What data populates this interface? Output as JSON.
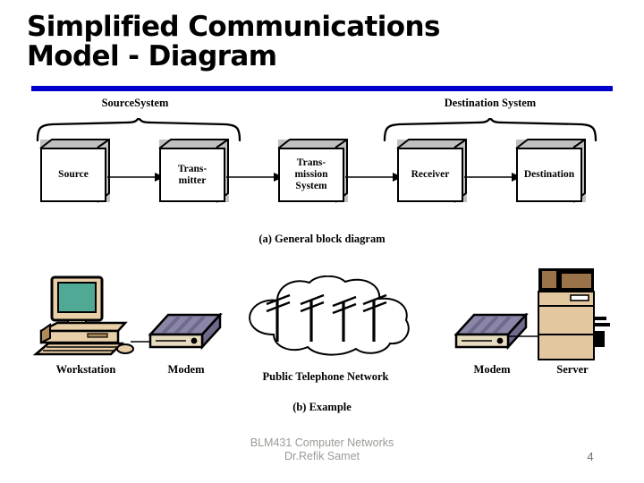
{
  "slide": {
    "title": "Simplified Communications\nModel - Diagram",
    "accent_color": "#0000cc",
    "background_color": "#ffffff",
    "page_number": "4",
    "footer_text": "BLM431 Computer Networks\nDr.Refik Samet",
    "footer_color": "#9a9a96"
  },
  "block_diagram": {
    "caption": "(a) General block diagram",
    "group_labels": [
      {
        "text": "SourceSystem"
      },
      {
        "text": "Destination System"
      }
    ],
    "boxes": [
      {
        "label": "Source"
      },
      {
        "label": "Trans-\nmitter"
      },
      {
        "label": "Trans-\nmission\nSystem"
      },
      {
        "label": "Receiver"
      },
      {
        "label": "Destination"
      }
    ],
    "box_face_color": "#ffffff",
    "box_shade_color": "#c0c0c0",
    "outline_color": "#000000"
  },
  "example_diagram": {
    "caption": "(b) Example",
    "devices": [
      {
        "label": "Workstation",
        "icon": "workstation-icon"
      },
      {
        "label": "Modem",
        "icon": "modem-icon"
      },
      {
        "label": "Public Telephone Network",
        "icon": "cloud-telephone-poles-icon"
      },
      {
        "label": "Modem",
        "icon": "modem-icon"
      },
      {
        "label": "Server",
        "icon": "server-tower-icon"
      }
    ],
    "pole_count": 4,
    "colors": {
      "screen": "#4fa994",
      "case_beige": "#e8cfa8",
      "case_dark": "#b08b5a",
      "modem_top": "#8b85a8",
      "modem_stripe": "#6f6a8c",
      "modem_front": "#e8dcc0",
      "server_body": "#e3c79e",
      "server_bay": "#9a7348",
      "outline": "#000000"
    }
  }
}
